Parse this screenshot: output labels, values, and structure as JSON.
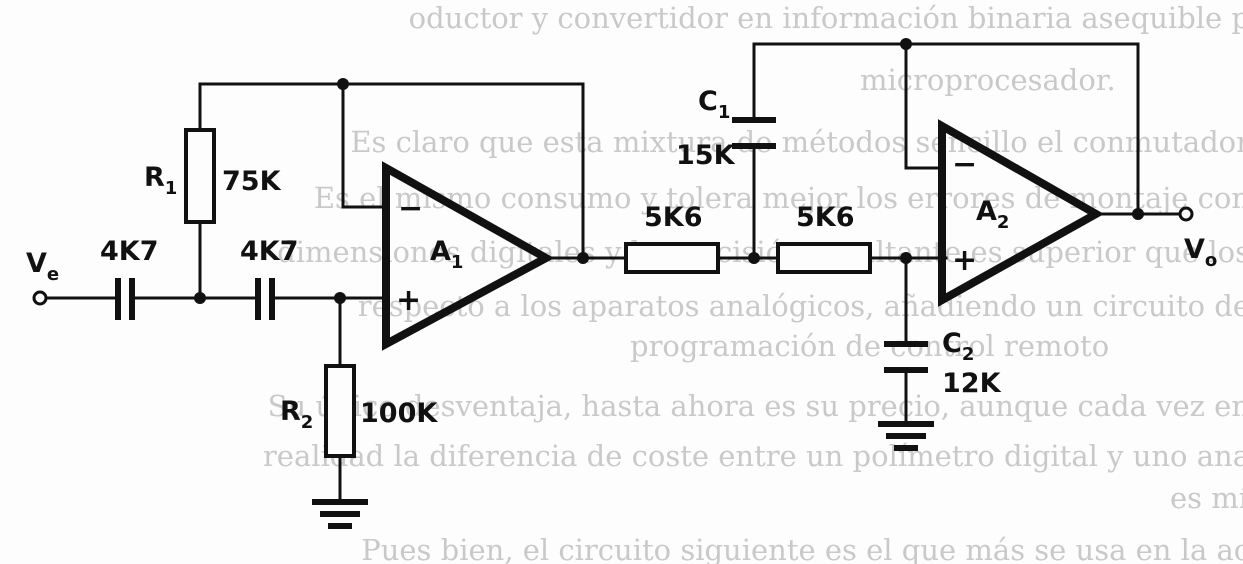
{
  "background_text": [
    "oductor y convertidor en información binaria asequible p",
    "microprocesador.",
    "Es claro que esta mixtura de métodos sencillo el conmutador",
    "Es el mismo consumo y tolera mejor los errores de montaje con",
    "dimensiones digitales y la precisión resultante es superior que los",
    "respecto a los aparatos analógicos, añadiendo un circuito de",
    "programación de control remoto",
    "Su único desventaja, hasta ahora es su precio, aunque cada vez en",
    "realidad la diferencia de coste entre un polímetro digital y uno ana",
    "es mínima.",
    "Pues bien, el circuito siguiente es el que más se usa en la ac"
  ],
  "components": {
    "input": {
      "label": "V",
      "sub": "e"
    },
    "output": {
      "label": "V",
      "sub": "o"
    },
    "c_in1": {
      "value": "4K7"
    },
    "c_in2": {
      "value": "4K7"
    },
    "r1": {
      "label": "R",
      "sub": "1",
      "value": "75K"
    },
    "r2": {
      "label": "R",
      "sub": "2",
      "value": "100K"
    },
    "a1": {
      "label": "A",
      "sub": "1",
      "minus": "−",
      "plus": "+"
    },
    "r_mid1": {
      "value": "5K6"
    },
    "r_mid2": {
      "value": "5K6"
    },
    "c1": {
      "label": "C",
      "sub": "1",
      "value": "15K"
    },
    "c2": {
      "label": "C",
      "sub": "2",
      "value": "12K"
    },
    "a2": {
      "label": "A",
      "sub": "2",
      "minus": "−",
      "plus": "+"
    }
  }
}
